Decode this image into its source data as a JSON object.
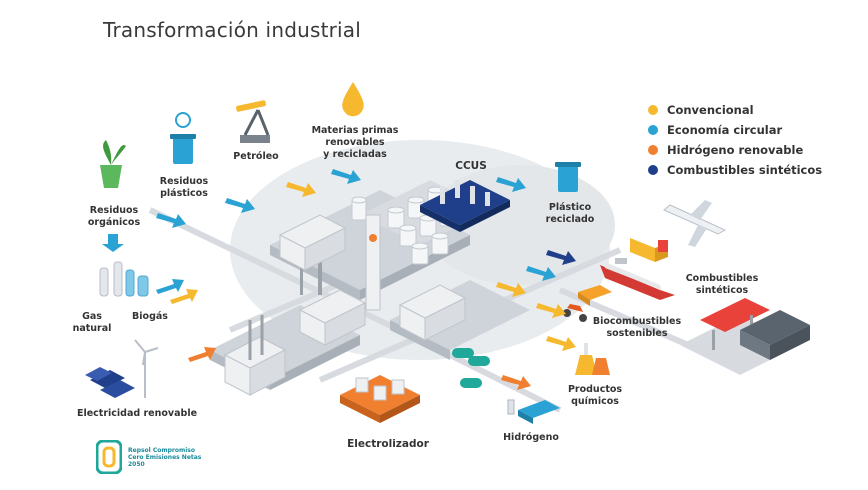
{
  "title": "Transformación industrial",
  "colors": {
    "convencional": "#f5b82e",
    "economia_circular": "#2aa3d4",
    "hidrogeno_renovable": "#f08030",
    "combustibles_sinteticos": "#1f3f8a"
  },
  "legend": [
    {
      "label": "Convencional",
      "color": "#f5b82e"
    },
    {
      "label": "Economía circular",
      "color": "#2aa3d4"
    },
    {
      "label": "Hidrógeno renovable",
      "color": "#f08030"
    },
    {
      "label": "Combustibles sintéticos",
      "color": "#1f3f8a"
    }
  ],
  "labels": {
    "residuos_organicos": "Residuos\norgánicos",
    "residuos_plasticos": "Residuos\nplásticos",
    "petroleo": "Petróleo",
    "materias_primas": "Materias primas\nrenovables\ny recicladas",
    "ccus": "CCUS",
    "plastico_reciclado": "Plástico\nreciclado",
    "combustibles_sinteticos": "Combustibles\nsintéticos",
    "biocombustibles": "Biocombustibles\nsostenibles",
    "productos_quimicos": "Productos\nquímicos",
    "hidrogeno": "Hidrógeno",
    "electrolizador": "Electrolizador",
    "electricidad_renovable": "Electricidad renovable",
    "gas_natural": "Gas natural",
    "biogas": "Biogás"
  },
  "logo": {
    "line1": "Repsol Compromiso",
    "line2": "Cero Emisiones Netas",
    "line3": "2050"
  }
}
